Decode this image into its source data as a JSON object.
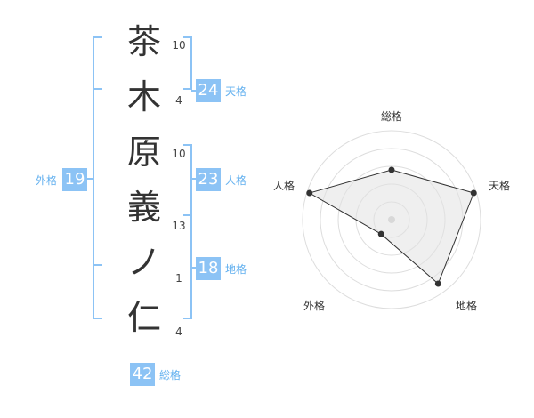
{
  "name": {
    "chars": [
      "茶",
      "木",
      "原",
      "義",
      "ノ",
      "仁"
    ],
    "strokes": [
      "10",
      "4",
      "10",
      "13",
      "1",
      "4"
    ]
  },
  "kaku": {
    "tenkaku": {
      "value": "24",
      "label": "天格"
    },
    "jinkaku": {
      "value": "23",
      "label": "人格"
    },
    "chikaku": {
      "value": "18",
      "label": "地格"
    },
    "gaikaku": {
      "value": "19",
      "label": "外格"
    },
    "soukaku": {
      "value": "42",
      "label": "総格"
    }
  },
  "colors": {
    "bracket": "#8cc3f5",
    "badge_bg": "#8cc3f5",
    "label_text": "#62b0ef",
    "radar_fill": "#eeeeee",
    "radar_line": "#333333"
  },
  "chart_data": {
    "type": "radar",
    "axes": [
      "総格",
      "天格",
      "地格",
      "外格",
      "人格"
    ],
    "values": [
      0.56,
      0.97,
      0.89,
      0.2,
      0.97
    ],
    "max": 1.0,
    "grid_rings": 5
  }
}
